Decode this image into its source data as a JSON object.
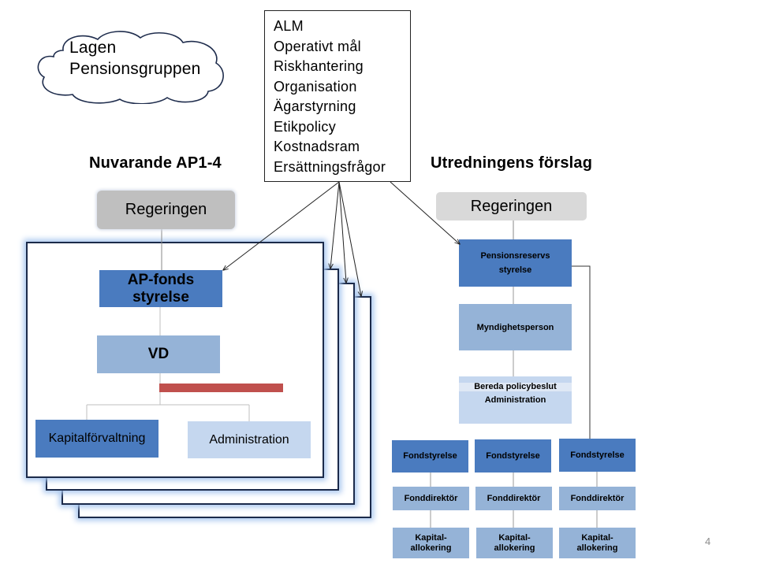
{
  "cloud": {
    "lines": [
      "Lagen",
      "Pensionsgruppen"
    ]
  },
  "topics": {
    "items": [
      "ALM",
      "Operativt mål",
      "Riskhantering",
      "Organisation",
      "Ägarstyrning",
      "Etikpolicy",
      "Kostnadsram",
      "Ersättningsfrågor"
    ]
  },
  "left": {
    "heading": "Nuvarande AP1-4",
    "government": "Regeringen",
    "board": "AP-fonds styrelse",
    "ceo": "VD",
    "capital": "Kapitalförvaltning",
    "administration": "Administration",
    "accent_color": "#c0504d"
  },
  "right": {
    "heading": "Utredningens förslag",
    "government": "Regeringen",
    "reserve_board": "Pensionsreservs styrelse",
    "authority_person": "Myndighetsperson",
    "prepare_line1": "Bereda policybeslut",
    "prepare_line2": "Administration",
    "funds": [
      {
        "board": "Fondstyrelse",
        "director": "Fonddirektör",
        "allocation": [
          "Kapital-",
          "allokering"
        ]
      },
      {
        "board": "Fondstyrelse",
        "director": "Fonddirektör",
        "allocation": [
          "Kapital-",
          "allokering"
        ]
      },
      {
        "board": "Fondstyrelse",
        "director": "Fonddirektör",
        "allocation": [
          "Kapital-",
          "allokering"
        ]
      }
    ]
  },
  "page_number": "4",
  "colors": {
    "dark_blue": "#4a7bbf",
    "mid_blue": "#95b3d7",
    "light_blue": "#c5d7ef",
    "grey_box": "#bfbfbf",
    "light_grey_box": "#d9d9d9"
  }
}
